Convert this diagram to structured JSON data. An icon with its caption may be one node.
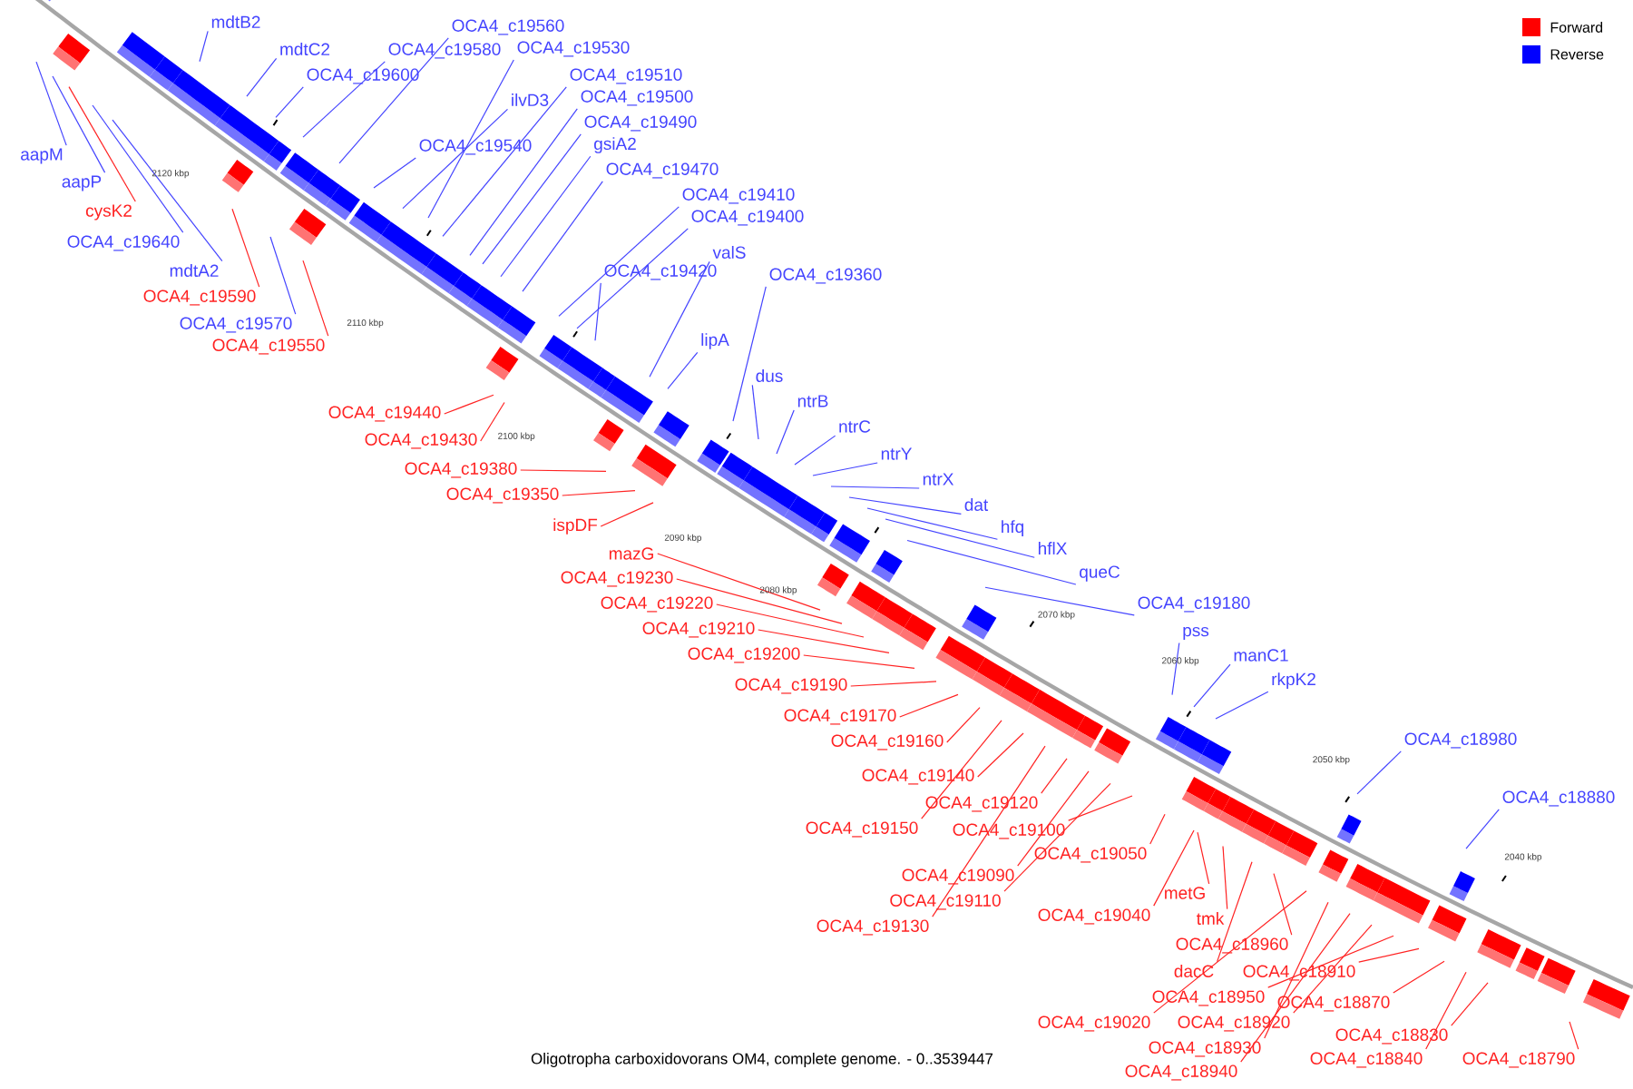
{
  "diagram": {
    "caption": "Oligotropha carboxidovorans OM4, complete genome. - 0..3539447",
    "nodes": [
      {
        "text": [
          "aapM"
        ]
      },
      {
        "text": [
          "aapP"
        ]
      },
      {
        "text": [
          "cysK2"
        ]
      },
      {
        "text": [
          "OCA4_c19640"
        ]
      },
      {
        "text": [
          "mdtA2"
        ]
      },
      {
        "text": [
          "OCA4_c19590"
        ]
      },
      {
        "text": [
          "OCA4_c19570"
        ]
      },
      {
        "text": [
          "OCA4_c19550"
        ]
      },
      {
        "text": [
          "mdtB2"
        ]
      },
      {
        "text": [
          "mdtC2"
        ]
      },
      {
        "text": [
          "OCA4_c19600"
        ]
      },
      {
        "text": [
          "OCA4_c19580"
        ]
      },
      {
        "text": [
          "OCA4_c19560"
        ]
      },
      {
        "text": [
          "OCA4_c19530"
        ]
      },
      {
        "text": [
          "OCA4_c19540"
        ]
      },
      {
        "text": [
          "ilvD3"
        ]
      },
      {
        "text": [
          "OCA4_c19510"
        ]
      },
      {
        "text": [
          "OCA4_c19500"
        ]
      },
      {
        "text": [
          "OCA4_c19490"
        ]
      },
      {
        "text": [
          "gsiA2"
        ]
      },
      {
        "text": [
          "OCA4_c19470"
        ]
      },
      {
        "text": [
          "OCA4_c19410"
        ]
      },
      {
        "text": [
          "OCA4_c19400"
        ]
      },
      {
        "text": [
          "valS"
        ]
      },
      {
        "text": [
          "OCA4_c19420"
        ]
      },
      {
        "text": [
          "OCA4_c19360"
        ]
      },
      {
        "text": [
          "lipA"
        ]
      },
      {
        "text": [
          "dus"
        ]
      },
      {
        "text": [
          "ntrB"
        ]
      },
      {
        "text": [
          "ntrC"
        ]
      },
      {
        "text": [
          "ntrY"
        ]
      },
      {
        "text": [
          "ntrX"
        ]
      },
      {
        "text": [
          "dat"
        ]
      },
      {
        "text": [
          "hfq"
        ]
      },
      {
        "text": [
          "hflX"
        ]
      },
      {
        "text": [
          "queC"
        ]
      },
      {
        "text": [
          "OCA4_c19180"
        ]
      },
      {
        "text": [
          "pss"
        ]
      },
      {
        "text": [
          "manC1"
        ]
      },
      {
        "text": [
          "rkpK2"
        ]
      },
      {
        "text": [
          "OCA4_c18980"
        ]
      },
      {
        "text": [
          "OCA4_c18880"
        ]
      },
      {
        "text": [
          "OCA4_c19440"
        ]
      },
      {
        "text": [
          "OCA4_c19430"
        ]
      },
      {
        "text": [
          "OCA4_c19380"
        ]
      },
      {
        "text": [
          "OCA4_c19350"
        ]
      },
      {
        "text": [
          "ispDF"
        ]
      },
      {
        "text": [
          "mazG"
        ]
      },
      {
        "text": [
          "OCA4_c19230"
        ]
      },
      {
        "text": [
          "OCA4_c19220"
        ]
      },
      {
        "text": [
          "OCA4_c19210"
        ]
      },
      {
        "text": [
          "OCA4_c19200"
        ]
      },
      {
        "text": [
          "OCA4_c19190"
        ]
      },
      {
        "text": [
          "OCA4_c19170"
        ]
      },
      {
        "text": [
          "OCA4_c19160"
        ]
      },
      {
        "text": [
          "OCA4_c19140"
        ]
      },
      {
        "text": [
          "OCA4_c19120"
        ]
      },
      {
        "text": [
          "OCA4_c19150"
        ]
      },
      {
        "text": [
          "OCA4_c19100"
        ]
      },
      {
        "text": [
          "OCA4_c19050"
        ]
      },
      {
        "text": [
          "OCA4_c19090"
        ]
      },
      {
        "text": [
          "OCA4_c19110"
        ]
      },
      {
        "text": [
          "OCA4_c19130"
        ]
      },
      {
        "text": [
          "OCA4_c19040"
        ]
      },
      {
        "text": [
          "metG"
        ]
      },
      {
        "text": [
          "tmk"
        ]
      },
      {
        "text": [
          "OCA4_c18960"
        ]
      },
      {
        "text": [
          "dacC"
        ]
      },
      {
        "text": [
          "OCA4_c18910"
        ]
      },
      {
        "text": [
          "OCA4_c18950"
        ]
      },
      {
        "text": [
          "OCA4_c18870"
        ]
      },
      {
        "text": [
          "OCA4_c19020"
        ]
      },
      {
        "text": [
          "OCA4_c18920"
        ]
      },
      {
        "text": [
          "OCA4_c18930"
        ]
      },
      {
        "text": [
          "OCA4_c18940"
        ]
      },
      {
        "text": [
          "OCA4_c18830"
        ]
      },
      {
        "text": [
          "OCA4_c18840"
        ]
      },
      {
        "text": [
          "OCA4_c18790"
        ]
      }
    ],
    "edges": [
      {
        "from": 0,
        "to": null,
        "arrow": "none",
        "color": "#4444ff"
      },
      {
        "from": 1,
        "to": null,
        "arrow": "none",
        "color": "#4444ff"
      },
      {
        "from": 2,
        "to": null,
        "arrow": "none",
        "color": "#ff2222"
      },
      {
        "from": 3,
        "to": null,
        "arrow": "none",
        "color": "#4444ff"
      },
      {
        "from": 4,
        "to": null,
        "arrow": "none",
        "color": "#4444ff"
      },
      {
        "from": 5,
        "to": null,
        "arrow": "none",
        "color": "#ff2222"
      },
      {
        "from": 6,
        "to": null,
        "arrow": "none",
        "color": "#4444ff"
      },
      {
        "from": 7,
        "to": null,
        "arrow": "none",
        "color": "#ff2222"
      },
      {
        "from": 8,
        "to": null,
        "arrow": "none",
        "color": "#4444ff"
      },
      {
        "from": 9,
        "to": null,
        "arrow": "none",
        "color": "#4444ff"
      },
      {
        "from": 10,
        "to": null,
        "arrow": "none",
        "color": "#4444ff"
      },
      {
        "from": 11,
        "to": null,
        "arrow": "none",
        "color": "#4444ff"
      },
      {
        "from": 12,
        "to": null,
        "arrow": "none",
        "color": "#4444ff"
      },
      {
        "from": 13,
        "to": null,
        "arrow": "none",
        "color": "#4444ff"
      },
      {
        "from": 14,
        "to": null,
        "arrow": "none",
        "color": "#4444ff"
      },
      {
        "from": 15,
        "to": null,
        "arrow": "none",
        "color": "#4444ff"
      },
      {
        "from": 16,
        "to": null,
        "arrow": "none",
        "color": "#4444ff"
      },
      {
        "from": 17,
        "to": null,
        "arrow": "none",
        "color": "#4444ff"
      },
      {
        "from": 18,
        "to": null,
        "arrow": "none",
        "color": "#4444ff"
      },
      {
        "from": 19,
        "to": null,
        "arrow": "none",
        "color": "#4444ff"
      },
      {
        "from": 20,
        "to": null,
        "arrow": "none",
        "color": "#4444ff"
      },
      {
        "from": 21,
        "to": null,
        "arrow": "none",
        "color": "#4444ff"
      },
      {
        "from": 22,
        "to": null,
        "arrow": "none",
        "color": "#4444ff"
      },
      {
        "from": 23,
        "to": null,
        "arrow": "none",
        "color": "#4444ff"
      },
      {
        "from": 24,
        "to": null,
        "arrow": "none",
        "color": "#4444ff"
      },
      {
        "from": 25,
        "to": null,
        "arrow": "none",
        "color": "#4444ff"
      },
      {
        "from": 26,
        "to": null,
        "arrow": "none",
        "color": "#4444ff"
      },
      {
        "from": 27,
        "to": null,
        "arrow": "none",
        "color": "#4444ff"
      },
      {
        "from": 28,
        "to": null,
        "arrow": "none",
        "color": "#4444ff"
      },
      {
        "from": 29,
        "to": null,
        "arrow": "none",
        "color": "#4444ff"
      },
      {
        "from": 30,
        "to": null,
        "arrow": "none",
        "color": "#4444ff"
      },
      {
        "from": 31,
        "to": null,
        "arrow": "none",
        "color": "#4444ff"
      },
      {
        "from": 32,
        "to": null,
        "arrow": "none",
        "color": "#4444ff"
      },
      {
        "from": 33,
        "to": null,
        "arrow": "none",
        "color": "#4444ff"
      },
      {
        "from": 34,
        "to": null,
        "arrow": "none",
        "color": "#4444ff"
      },
      {
        "from": 35,
        "to": null,
        "arrow": "none",
        "color": "#4444ff"
      },
      {
        "from": 36,
        "to": null,
        "arrow": "none",
        "color": "#4444ff"
      },
      {
        "from": 37,
        "to": null,
        "arrow": "none",
        "color": "#4444ff"
      },
      {
        "from": 38,
        "to": null,
        "arrow": "none",
        "color": "#4444ff"
      },
      {
        "from": 39,
        "to": null,
        "arrow": "none",
        "color": "#4444ff"
      },
      {
        "from": 40,
        "to": null,
        "arrow": "none",
        "color": "#4444ff"
      },
      {
        "from": 41,
        "to": null,
        "arrow": "none",
        "color": "#4444ff"
      },
      {
        "from": 42,
        "to": null,
        "arrow": "none",
        "color": "#ff2222"
      },
      {
        "from": 43,
        "to": null,
        "arrow": "none",
        "color": "#ff2222"
      },
      {
        "from": 44,
        "to": null,
        "arrow": "none",
        "color": "#ff2222"
      },
      {
        "from": 45,
        "to": null,
        "arrow": "none",
        "color": "#ff2222"
      },
      {
        "from": 46,
        "to": null,
        "arrow": "none",
        "color": "#ff2222"
      },
      {
        "from": 47,
        "to": null,
        "arrow": "none",
        "color": "#ff2222"
      },
      {
        "from": 48,
        "to": null,
        "arrow": "none",
        "color": "#ff2222"
      },
      {
        "from": 49,
        "to": null,
        "arrow": "none",
        "color": "#ff2222"
      },
      {
        "from": 50,
        "to": null,
        "arrow": "none",
        "color": "#ff2222"
      },
      {
        "from": 51,
        "to": null,
        "arrow": "none",
        "color": "#ff2222"
      },
      {
        "from": 52,
        "to": null,
        "arrow": "none",
        "color": "#ff2222"
      },
      {
        "from": 53,
        "to": null,
        "arrow": "none",
        "color": "#ff2222"
      },
      {
        "from": 54,
        "to": null,
        "arrow": "none",
        "color": "#ff2222"
      },
      {
        "from": 55,
        "to": null,
        "arrow": "none",
        "color": "#ff2222"
      },
      {
        "from": 56,
        "to": null,
        "arrow": "none",
        "color": "#ff2222"
      },
      {
        "from": 57,
        "to": null,
        "arrow": "none",
        "color": "#ff2222"
      },
      {
        "from": 58,
        "to": null,
        "arrow": "none",
        "color": "#ff2222"
      },
      {
        "from": 59,
        "to": null,
        "arrow": "none",
        "color": "#ff2222"
      },
      {
        "from": 60,
        "to": null,
        "arrow": "none",
        "color": "#ff2222"
      },
      {
        "from": 61,
        "to": null,
        "arrow": "none",
        "color": "#ff2222"
      },
      {
        "from": 62,
        "to": null,
        "arrow": "none",
        "color": "#ff2222"
      },
      {
        "from": 63,
        "to": null,
        "arrow": "none",
        "color": "#ff2222"
      },
      {
        "from": 64,
        "to": null,
        "arrow": "none",
        "color": "#ff2222"
      },
      {
        "from": 65,
        "to": null,
        "arrow": "none",
        "color": "#ff2222"
      },
      {
        "from": 66,
        "to": null,
        "arrow": "none",
        "color": "#ff2222"
      },
      {
        "from": 67,
        "to": null,
        "arrow": "none",
        "color": "#ff2222"
      },
      {
        "from": 68,
        "to": null,
        "arrow": "none",
        "color": "#ff2222"
      },
      {
        "from": 69,
        "to": null,
        "arrow": "none",
        "color": "#ff2222"
      },
      {
        "from": 70,
        "to": null,
        "arrow": "none",
        "color": "#ff2222"
      },
      {
        "from": 71,
        "to": null,
        "arrow": "none",
        "color": "#ff2222"
      },
      {
        "from": 72,
        "to": null,
        "arrow": "none",
        "color": "#ff2222"
      },
      {
        "from": 73,
        "to": null,
        "arrow": "none",
        "color": "#ff2222"
      },
      {
        "from": 74,
        "to": null,
        "arrow": "none",
        "color": "#ff2222"
      },
      {
        "from": 75,
        "to": null,
        "arrow": "none",
        "color": "#ff2222"
      },
      {
        "from": 76,
        "to": null,
        "arrow": "none",
        "color": "#ff2222"
      },
      {
        "from": 77,
        "to": null,
        "arrow": "none",
        "color": "#ff2222"
      }
    ],
    "labels": [
      "2120 kbp",
      "2110 kbp",
      "2100 kbp",
      "2090 kbp",
      "2080 kbp",
      "2070 kbp",
      "2060 kbp",
      "2050 kbp",
      "2040 kbp"
    ],
    "legend": [
      {
        "text": "Forward",
        "color": "#ff0000"
      },
      {
        "text": "Reverse",
        "color": "#0000ff"
      }
    ]
  }
}
